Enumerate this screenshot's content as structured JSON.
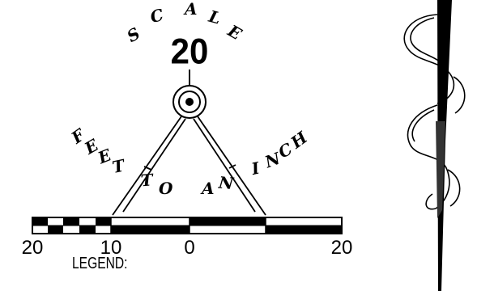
{
  "scale_block": {
    "word_scale": [
      "S",
      "C",
      "A",
      "L",
      "E"
    ],
    "value": "20",
    "word_feet": [
      "F",
      "E",
      "E",
      "T"
    ],
    "word_to": [
      "T",
      "O"
    ],
    "word_an": [
      "A",
      "N"
    ],
    "word_inch": [
      "I",
      "N",
      "C",
      "H"
    ],
    "bar_labels": [
      "20",
      "10",
      "0",
      "20"
    ]
  },
  "legend": {
    "title": "LEGEND:"
  },
  "north_arrow": {
    "icon": "north-arrow-icon"
  }
}
